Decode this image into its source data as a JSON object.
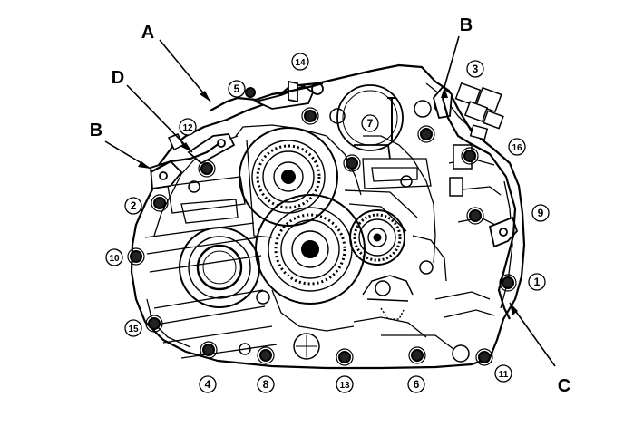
{
  "image": {
    "background": "#ffffff",
    "ink": "#000000",
    "subject": "transmission case bolt tightening sequence"
  },
  "callout_letters": [
    {
      "id": "A",
      "label": "A"
    },
    {
      "id": "B-left",
      "label": "B"
    },
    {
      "id": "B-right",
      "label": "B"
    },
    {
      "id": "C",
      "label": "C"
    },
    {
      "id": "D",
      "label": "D"
    }
  ],
  "bolt_numbers": [
    {
      "id": "1",
      "label": "1"
    },
    {
      "id": "2",
      "label": "2"
    },
    {
      "id": "3",
      "label": "3"
    },
    {
      "id": "4",
      "label": "4"
    },
    {
      "id": "5",
      "label": "5"
    },
    {
      "id": "6",
      "label": "6"
    },
    {
      "id": "7",
      "label": "7"
    },
    {
      "id": "8",
      "label": "8"
    },
    {
      "id": "9",
      "label": "9"
    },
    {
      "id": "10",
      "label": "10"
    },
    {
      "id": "11",
      "label": "11"
    },
    {
      "id": "12",
      "label": "12"
    },
    {
      "id": "13",
      "label": "13"
    },
    {
      "id": "14",
      "label": "14"
    },
    {
      "id": "15",
      "label": "15"
    },
    {
      "id": "16",
      "label": "16"
    }
  ]
}
